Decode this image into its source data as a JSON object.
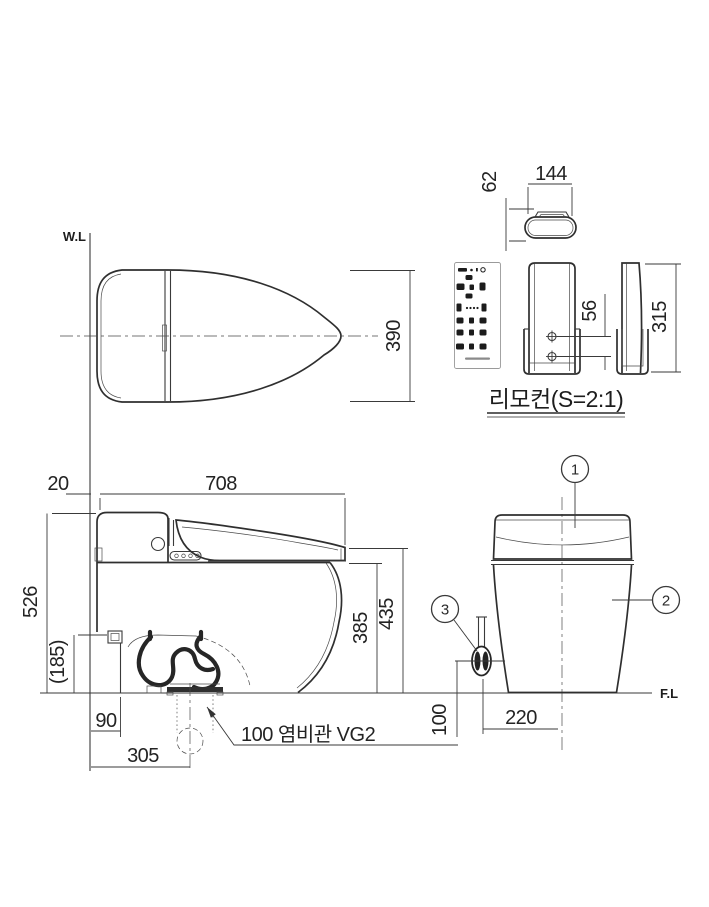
{
  "labels": {
    "water_line": "W.L",
    "floor_line": "F.L"
  },
  "plan_view": {
    "bowl_width": "390"
  },
  "remote_top_view": {
    "thickness": "62",
    "width": "144"
  },
  "remote_front_view": {
    "mount_hole_spacing": "56"
  },
  "remote_side_view": {
    "height": "315"
  },
  "remote_caption": "리모컨(S=2:1)",
  "side_view": {
    "wall_clearance": "20",
    "overall_length": "708",
    "overall_height": "526",
    "supply_height": "(185)",
    "bowl_rim_height": "385",
    "cover_height": "435",
    "rear_base_offset": "90",
    "drain_set_distance": "305",
    "drain_note": "100 염비관 VG2"
  },
  "front_view": {
    "callout_1": "1",
    "callout_2": "2",
    "callout_3": "3",
    "supply_valve_height": "100",
    "supply_valve_offset": "220"
  }
}
